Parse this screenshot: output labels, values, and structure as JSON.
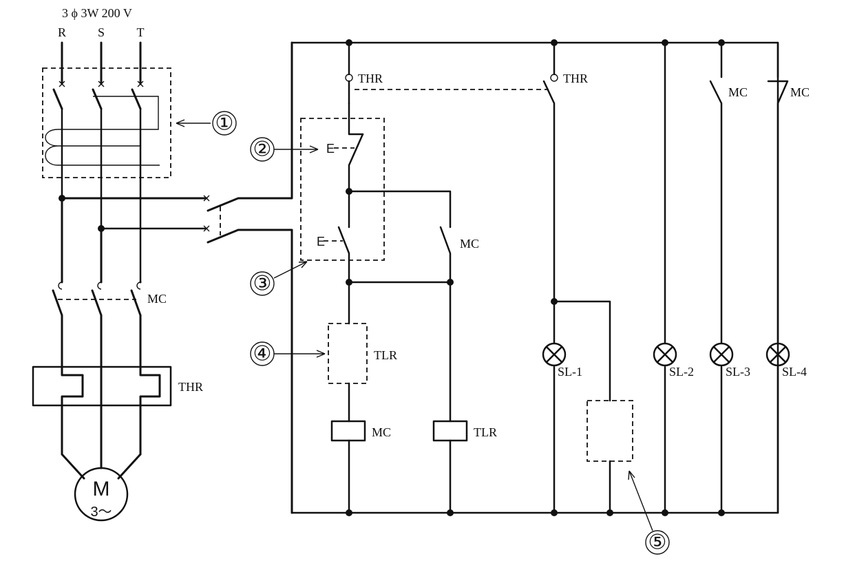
{
  "supply": {
    "spec": "3 ϕ 3W 200 V",
    "phases": [
      "R",
      "S",
      "T"
    ]
  },
  "labels": {
    "thr_contact_1": "THR",
    "thr_contact_2": "THR",
    "mc_contact_1": "MC",
    "mc_contact_2": "MC",
    "mc_selfhold": "MC",
    "mc_main": "MC",
    "thr_relay": "THR",
    "tlr_contact": "TLR",
    "mc_coil": "MC",
    "tlr_coil": "TLR",
    "sl1": "SL-1",
    "sl2": "SL-2",
    "sl3": "SL-3",
    "sl4": "SL-4",
    "motor": "M",
    "motor_sub": "3～",
    "pb_symbol": "E"
  },
  "callouts": [
    "①",
    "②",
    "③",
    "④",
    "⑤"
  ],
  "colors": {
    "line": "#111111",
    "background": "#ffffff"
  }
}
